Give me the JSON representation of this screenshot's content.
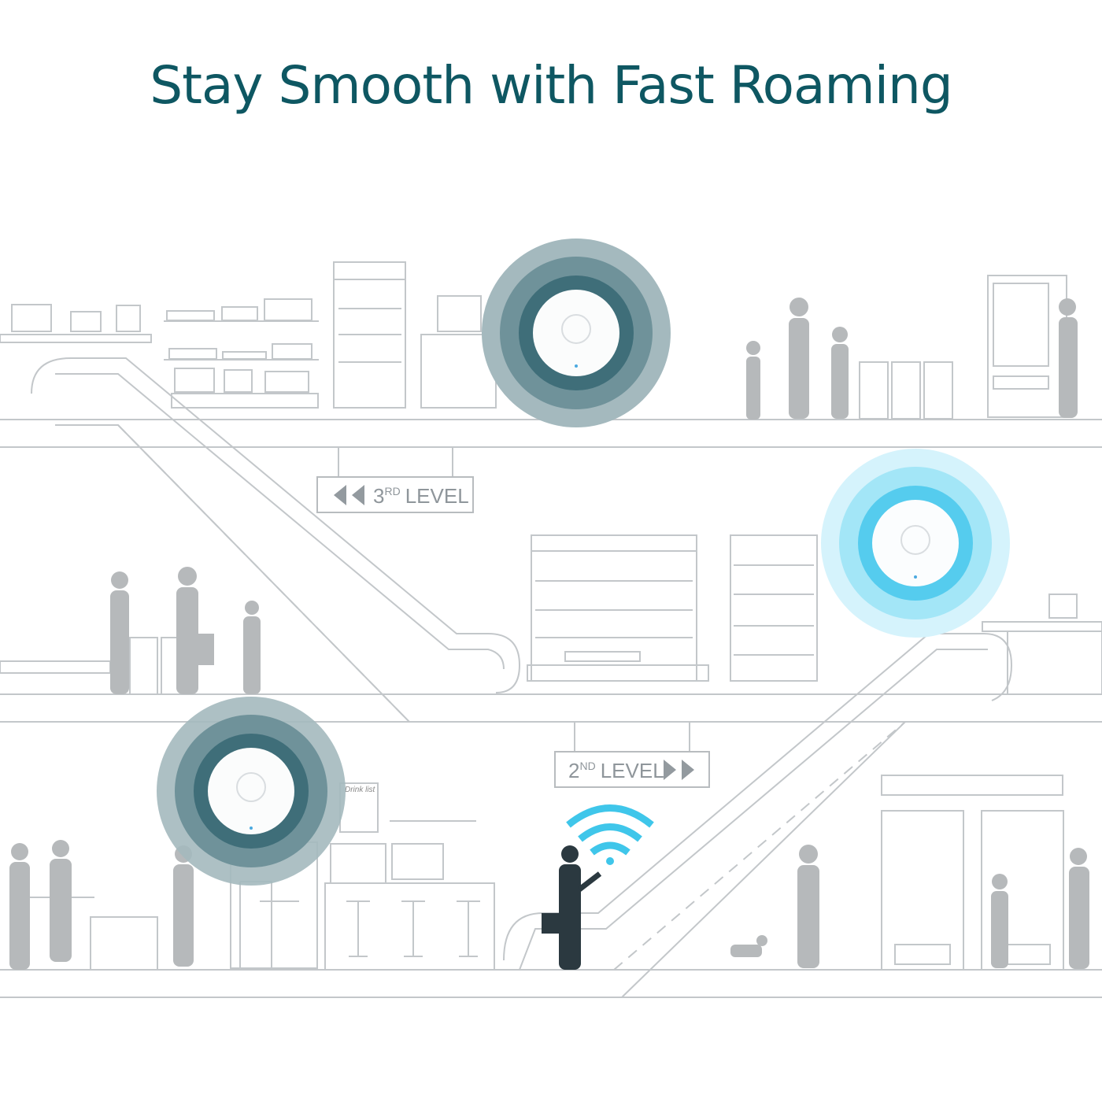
{
  "headline": "Stay Smooth with Fast Roaming",
  "signs": {
    "third": {
      "ordinal": "3",
      "suffix": "RD",
      "label": "LEVEL",
      "arrow": "double-left-arrow"
    },
    "second": {
      "ordinal": "2",
      "suffix": "ND",
      "label": "LEVEL",
      "arrow": "double-right-arrow"
    }
  },
  "menu_board": "Drink list",
  "access_points": [
    {
      "floor": "3rd",
      "state": "inactive",
      "color": "#5a7f8a"
    },
    {
      "floor": "2nd",
      "state": "active",
      "color": "#3fc6ea"
    },
    {
      "floor": "1st",
      "state": "inactive",
      "color": "#5a7f8a"
    }
  ],
  "colors": {
    "title": "#0e5762",
    "line": "#b8bcbf",
    "figure": "#b4b7b9",
    "user": "#2b3940",
    "wifi": "#3fc6ea"
  }
}
